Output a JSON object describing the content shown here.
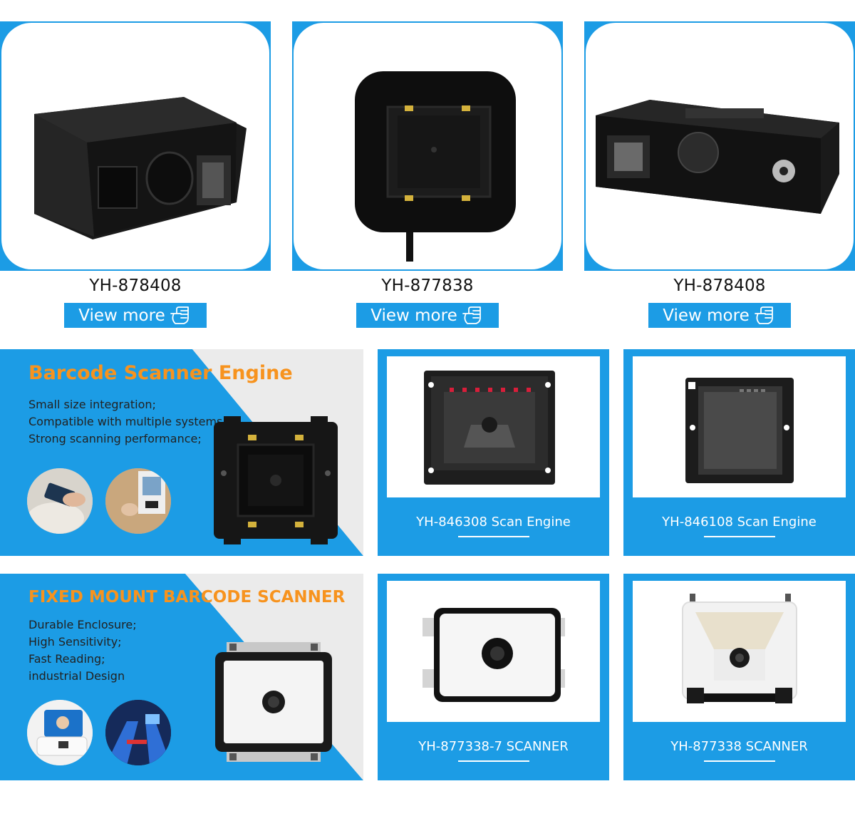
{
  "products_top": [
    {
      "model": "YH-878408",
      "button": "View more",
      "image": "black-box-scanner"
    },
    {
      "model": "YH-877838",
      "button": "View more",
      "image": "square-scanner-with-cable"
    },
    {
      "model": "YH-878408",
      "button": "View more",
      "image": "wide-box-scanner"
    }
  ],
  "engine_banner": {
    "title": "Barcode Scanner Engine",
    "lines": [
      "Small size integration;",
      "Compatible with multiple systems;",
      "Strong scanning performance;"
    ]
  },
  "fixed_banner": {
    "title": "FIXED MOUNT BARCODE SCANNER",
    "lines": [
      "Durable Enclosure;",
      "High Sensitivity;",
      "Fast Reading;",
      "industrial Design"
    ]
  },
  "grid_products": [
    {
      "label": "YH-846308 Scan Engine"
    },
    {
      "label": "YH-846108 Scan Engine"
    },
    {
      "label": "YH-877338-7 SCANNER"
    },
    {
      "label": "YH-877338 SCANNER"
    }
  ],
  "colors": {
    "accent_blue": "#1c9ce5",
    "title_orange": "#f7931e"
  }
}
